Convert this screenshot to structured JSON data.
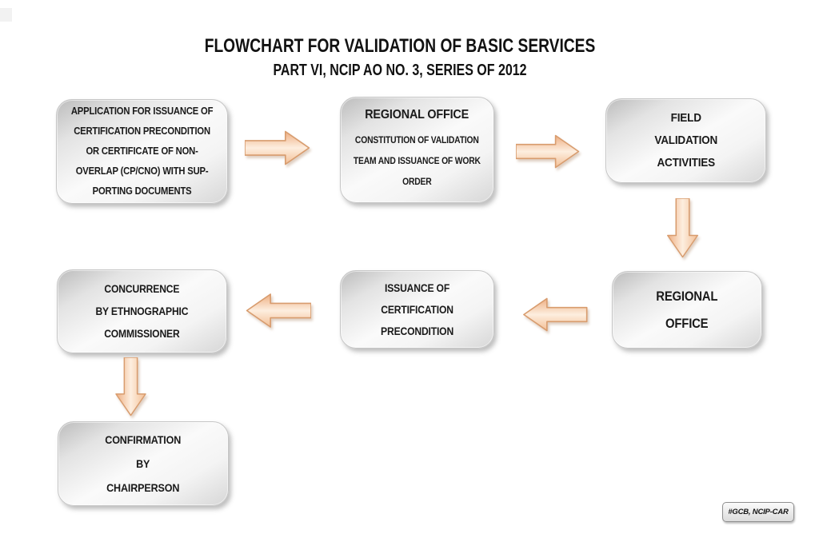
{
  "title": {
    "line1": "FLOWCHART FOR VALIDATION OF BASIC SERVICES",
    "line2": "PART VI, NCIP AO NO. 3, SERIES OF 2012"
  },
  "flowchart": {
    "boxes": [
      {
        "name": "application",
        "text": "APPLICATION FOR ISSUANCE OF\nCERTIFICATION PRECONDITION\nOR CERTIFICATE OF NON-\nOVERLAP (CP/CNO) WITH  SUP-\nPORTING DOCUMENTS"
      },
      {
        "name": "regional-office-constitution",
        "header": "REGIONAL OFFICE",
        "text": "CONSTITUTION OF VALIDATION\nTEAM AND ISSUANCE OF WORK\nORDER"
      },
      {
        "name": "field-validation-activities",
        "text": "FIELD\nVALIDATION\nACTIVITIES"
      },
      {
        "name": "regional-office",
        "text": "REGIONAL\nOFFICE"
      },
      {
        "name": "issuance-certification-precondition",
        "text": "ISSUANCE OF\nCERTIFICATION\nPRECONDITION"
      },
      {
        "name": "concurrence-ethnographic-commissioner",
        "text": "CONCURRENCE\nBY ETHNOGRAPHIC\nCOMMISSIONER"
      },
      {
        "name": "confirmation-chairperson",
        "text": "CONFIRMATION\nBY\nCHAIRPERSON"
      }
    ],
    "arrows": [
      {
        "name": "arrow-right-1",
        "direction": "right"
      },
      {
        "name": "arrow-right-2",
        "direction": "right"
      },
      {
        "name": "arrow-down-right",
        "direction": "down"
      },
      {
        "name": "arrow-left-1",
        "direction": "left"
      },
      {
        "name": "arrow-left-2",
        "direction": "left"
      },
      {
        "name": "arrow-down-left",
        "direction": "down"
      }
    ],
    "footer_badge": "#GCB, NCIP-CAR"
  },
  "colors": {
    "arrow_edge": "#eeae81",
    "arrow_center": "#fdeedf",
    "arrow_edge2": "#f3bf95",
    "arrow_stroke": "#d89c6e",
    "box_gradient_dark": "#bcbcbc",
    "box_gradient_light": "#fbfbfb",
    "text": "#1a1a1a",
    "background": "#ffffff"
  }
}
